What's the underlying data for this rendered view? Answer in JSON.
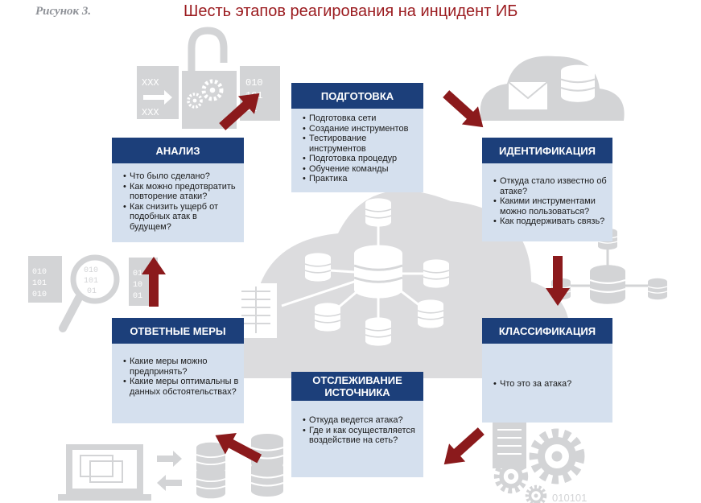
{
  "figure_label": "Рисунок 3.",
  "title": "Шесть этапов реагирования на инцидент ИБ",
  "icon_text": {
    "doc_left": [
      "XXX",
      "XXX"
    ],
    "doc_right": [
      "010",
      "101",
      "01"
    ],
    "mag_doc": [
      "010",
      "101",
      "010"
    ],
    "mag_lens": [
      "010",
      "101",
      "01"
    ],
    "mag_right": [
      "01",
      "10",
      "01"
    ],
    "binary_bottom": "010101"
  },
  "colors": {
    "header": "#1c3f7a",
    "box": "#d5e0ee",
    "arrow": "#8b1a1c",
    "icon": "#d3d4d6"
  },
  "stages": {
    "prep": {
      "title": "ПОДГОТОВКА",
      "items": [
        "Подготовка сети",
        "Создание инструментов",
        "Тестирование инструментов",
        "Подготовка процедур",
        "Обучение команды",
        "Практика"
      ]
    },
    "ident": {
      "title": "ИДЕНТИФИКАЦИЯ",
      "items": [
        "Откуда стало известно об атаке?",
        "Какими инструментами можно пользоваться?",
        "Как поддерживать связь?"
      ]
    },
    "classif": {
      "title": "КЛАССИФИКАЦИЯ",
      "items": [
        "Что это за атака?"
      ]
    },
    "track": {
      "title": "ОТСЛЕЖИВАНИЕ ИСТОЧНИКА",
      "items": [
        "Откуда ведется атака?",
        "Где и как осуществляется воздействие на сеть?"
      ]
    },
    "response": {
      "title": "ОТВЕТНЫЕ МЕРЫ",
      "items": [
        "Какие меры можно предпринять?",
        "Какие меры оптимальны в данных обстоятельствах?"
      ]
    },
    "analysis": {
      "title": "АНАЛИЗ",
      "items": [
        "Что было сделано?",
        "Как можно предотвратить повторение атаки?",
        "Как снизить ущерб от подобных атак в будущем?"
      ]
    }
  }
}
